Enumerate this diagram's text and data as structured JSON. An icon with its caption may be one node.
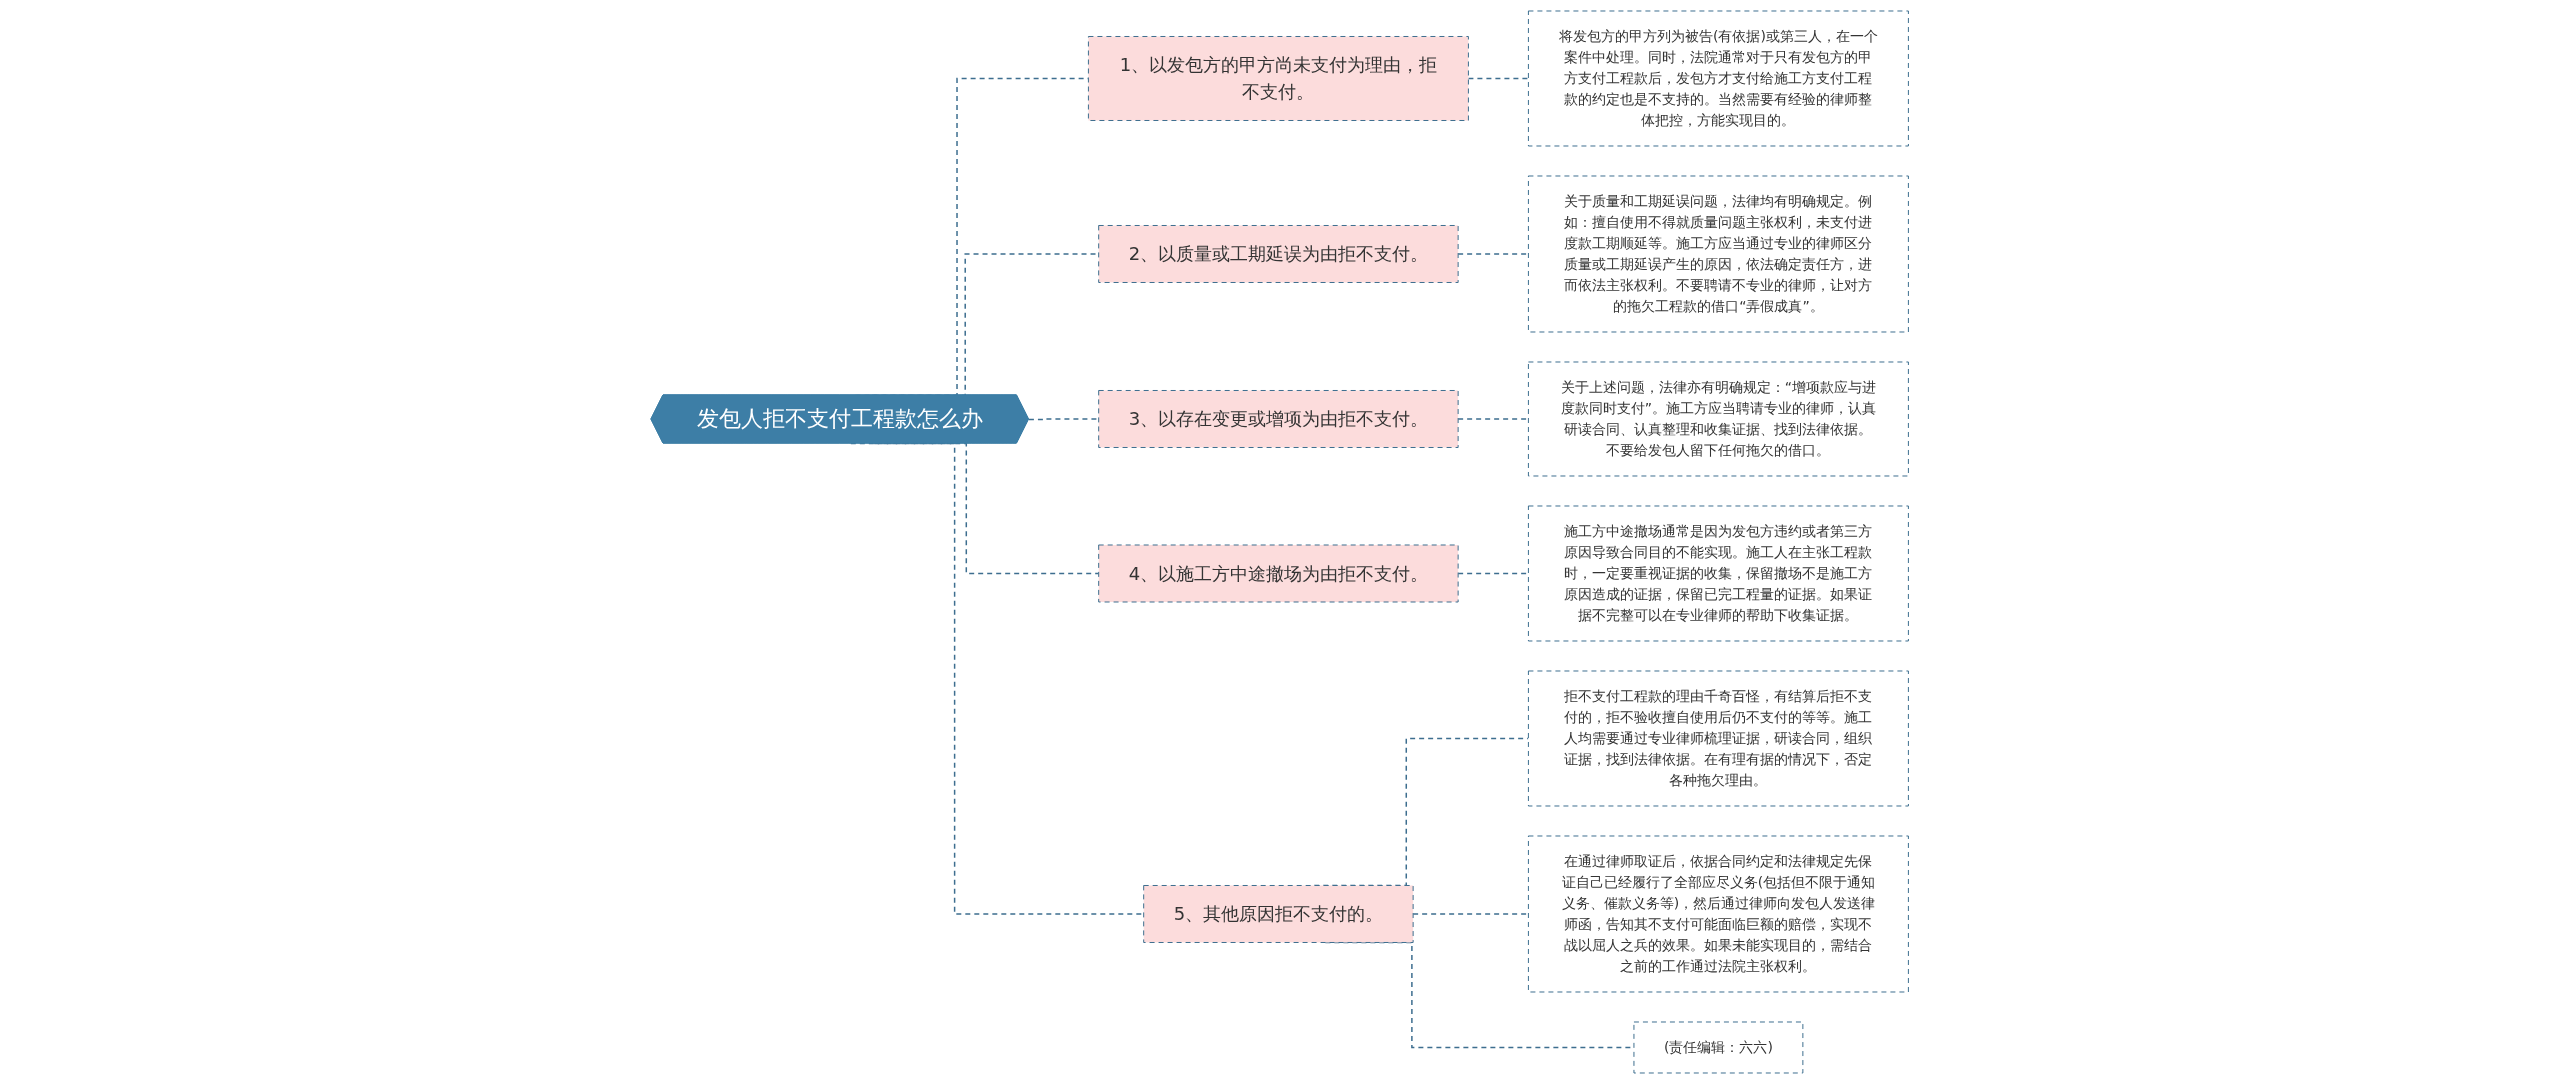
{
  "diagram": {
    "nodes": [
      {
        "text": [
          "发包人拒不支付工程款怎么办"
        ]
      },
      {
        "text": [
          "1、以发包方的甲方尚未支付为理由，拒不支付。"
        ]
      },
      {
        "text": [
          "将发包方的甲方列为被告(有依据)或第三人，在一个案件中处理。同时，法院通常对于只有发包方的甲方支付工程款后，发包方才支付给施工方支付工程款的约定也是不支持的。当然需要有经验的律师整体把控，方能实现目的。"
        ]
      },
      {
        "text": [
          "2、以质量或工期延误为由拒不支付。"
        ]
      },
      {
        "text": [
          "关于质量和工期延误问题，法律均有明确规定。例如：擅自使用不得就质量问题主张权利，未支付进度款工期顺延等。施工方应当通过专业的律师区分质量或工期延误产生的原因，依法确定责任方，进而依法主张权利。不要聘请不专业的律师，让对方的拖欠工程款的借口“弄假成真”。"
        ]
      },
      {
        "text": [
          "3、以存在变更或增项为由拒不支付。"
        ]
      },
      {
        "text": [
          "关于上述问题，法律亦有明确规定：“增项款应与进度款同时支付”。施工方应当聘请专业的律师，认真研读合同、认真整理和收集证据、找到法律依据。不要给发包人留下任何拖欠的借口。"
        ]
      },
      {
        "text": [
          "4、以施工方中途撤场为由拒不支付。"
        ]
      },
      {
        "text": [
          "施工方中途撤场通常是因为发包方违约或者第三方原因导致合同目的不能实现。施工人在主张工程款时，一定要重视证据的收集，保留撤场不是施工方原因造成的证据，保留已完工程量的证据。如果证据不完整可以在专业律师的帮助下收集证据。"
        ]
      },
      {
        "text": [
          "5、其他原因拒不支付的。"
        ]
      },
      {
        "text": [
          "拒不支付工程款的理由千奇百怪，有结算后拒不支付的，拒不验收擅自使用后仍不支付的等等。施工人均需要通过专业律师梳理证据，研读合同，组织证据，找到法律依据。在有理有据的情况下，否定各种拖欠理由。"
        ]
      },
      {
        "text": [
          "在通过律师取证后，依据合同约定和法律规定先保证自己已经履行了全部应尽义务(包括但不限于通知义务、催款义务等)，然后通过律师向发包人发送律师函，告知其不支付可能面临巨额的赔偿，实现不战以屈人之兵的效果。如果未能实现目的，需结合之前的工作通过法院主张权利。"
        ]
      },
      {
        "text": [
          "(责任编辑：六六)"
        ]
      }
    ],
    "edges": [
      {
        "from": 0,
        "to": 1,
        "arrow": "none"
      },
      {
        "from": 1,
        "to": 2,
        "arrow": "none"
      },
      {
        "from": 0,
        "to": 3,
        "arrow": "none"
      },
      {
        "from": 3,
        "to": 4,
        "arrow": "none"
      },
      {
        "from": 0,
        "to": 5,
        "arrow": "none"
      },
      {
        "from": 5,
        "to": 6,
        "arrow": "none"
      },
      {
        "from": 0,
        "to": 7,
        "arrow": "none"
      },
      {
        "from": 7,
        "to": 8,
        "arrow": "none"
      },
      {
        "from": 0,
        "to": 9,
        "arrow": "none"
      },
      {
        "from": 9,
        "to": 10,
        "arrow": "none"
      },
      {
        "from": 9,
        "to": 11,
        "arrow": "none"
      },
      {
        "from": 9,
        "to": 12,
        "arrow": "none"
      }
    ]
  }
}
